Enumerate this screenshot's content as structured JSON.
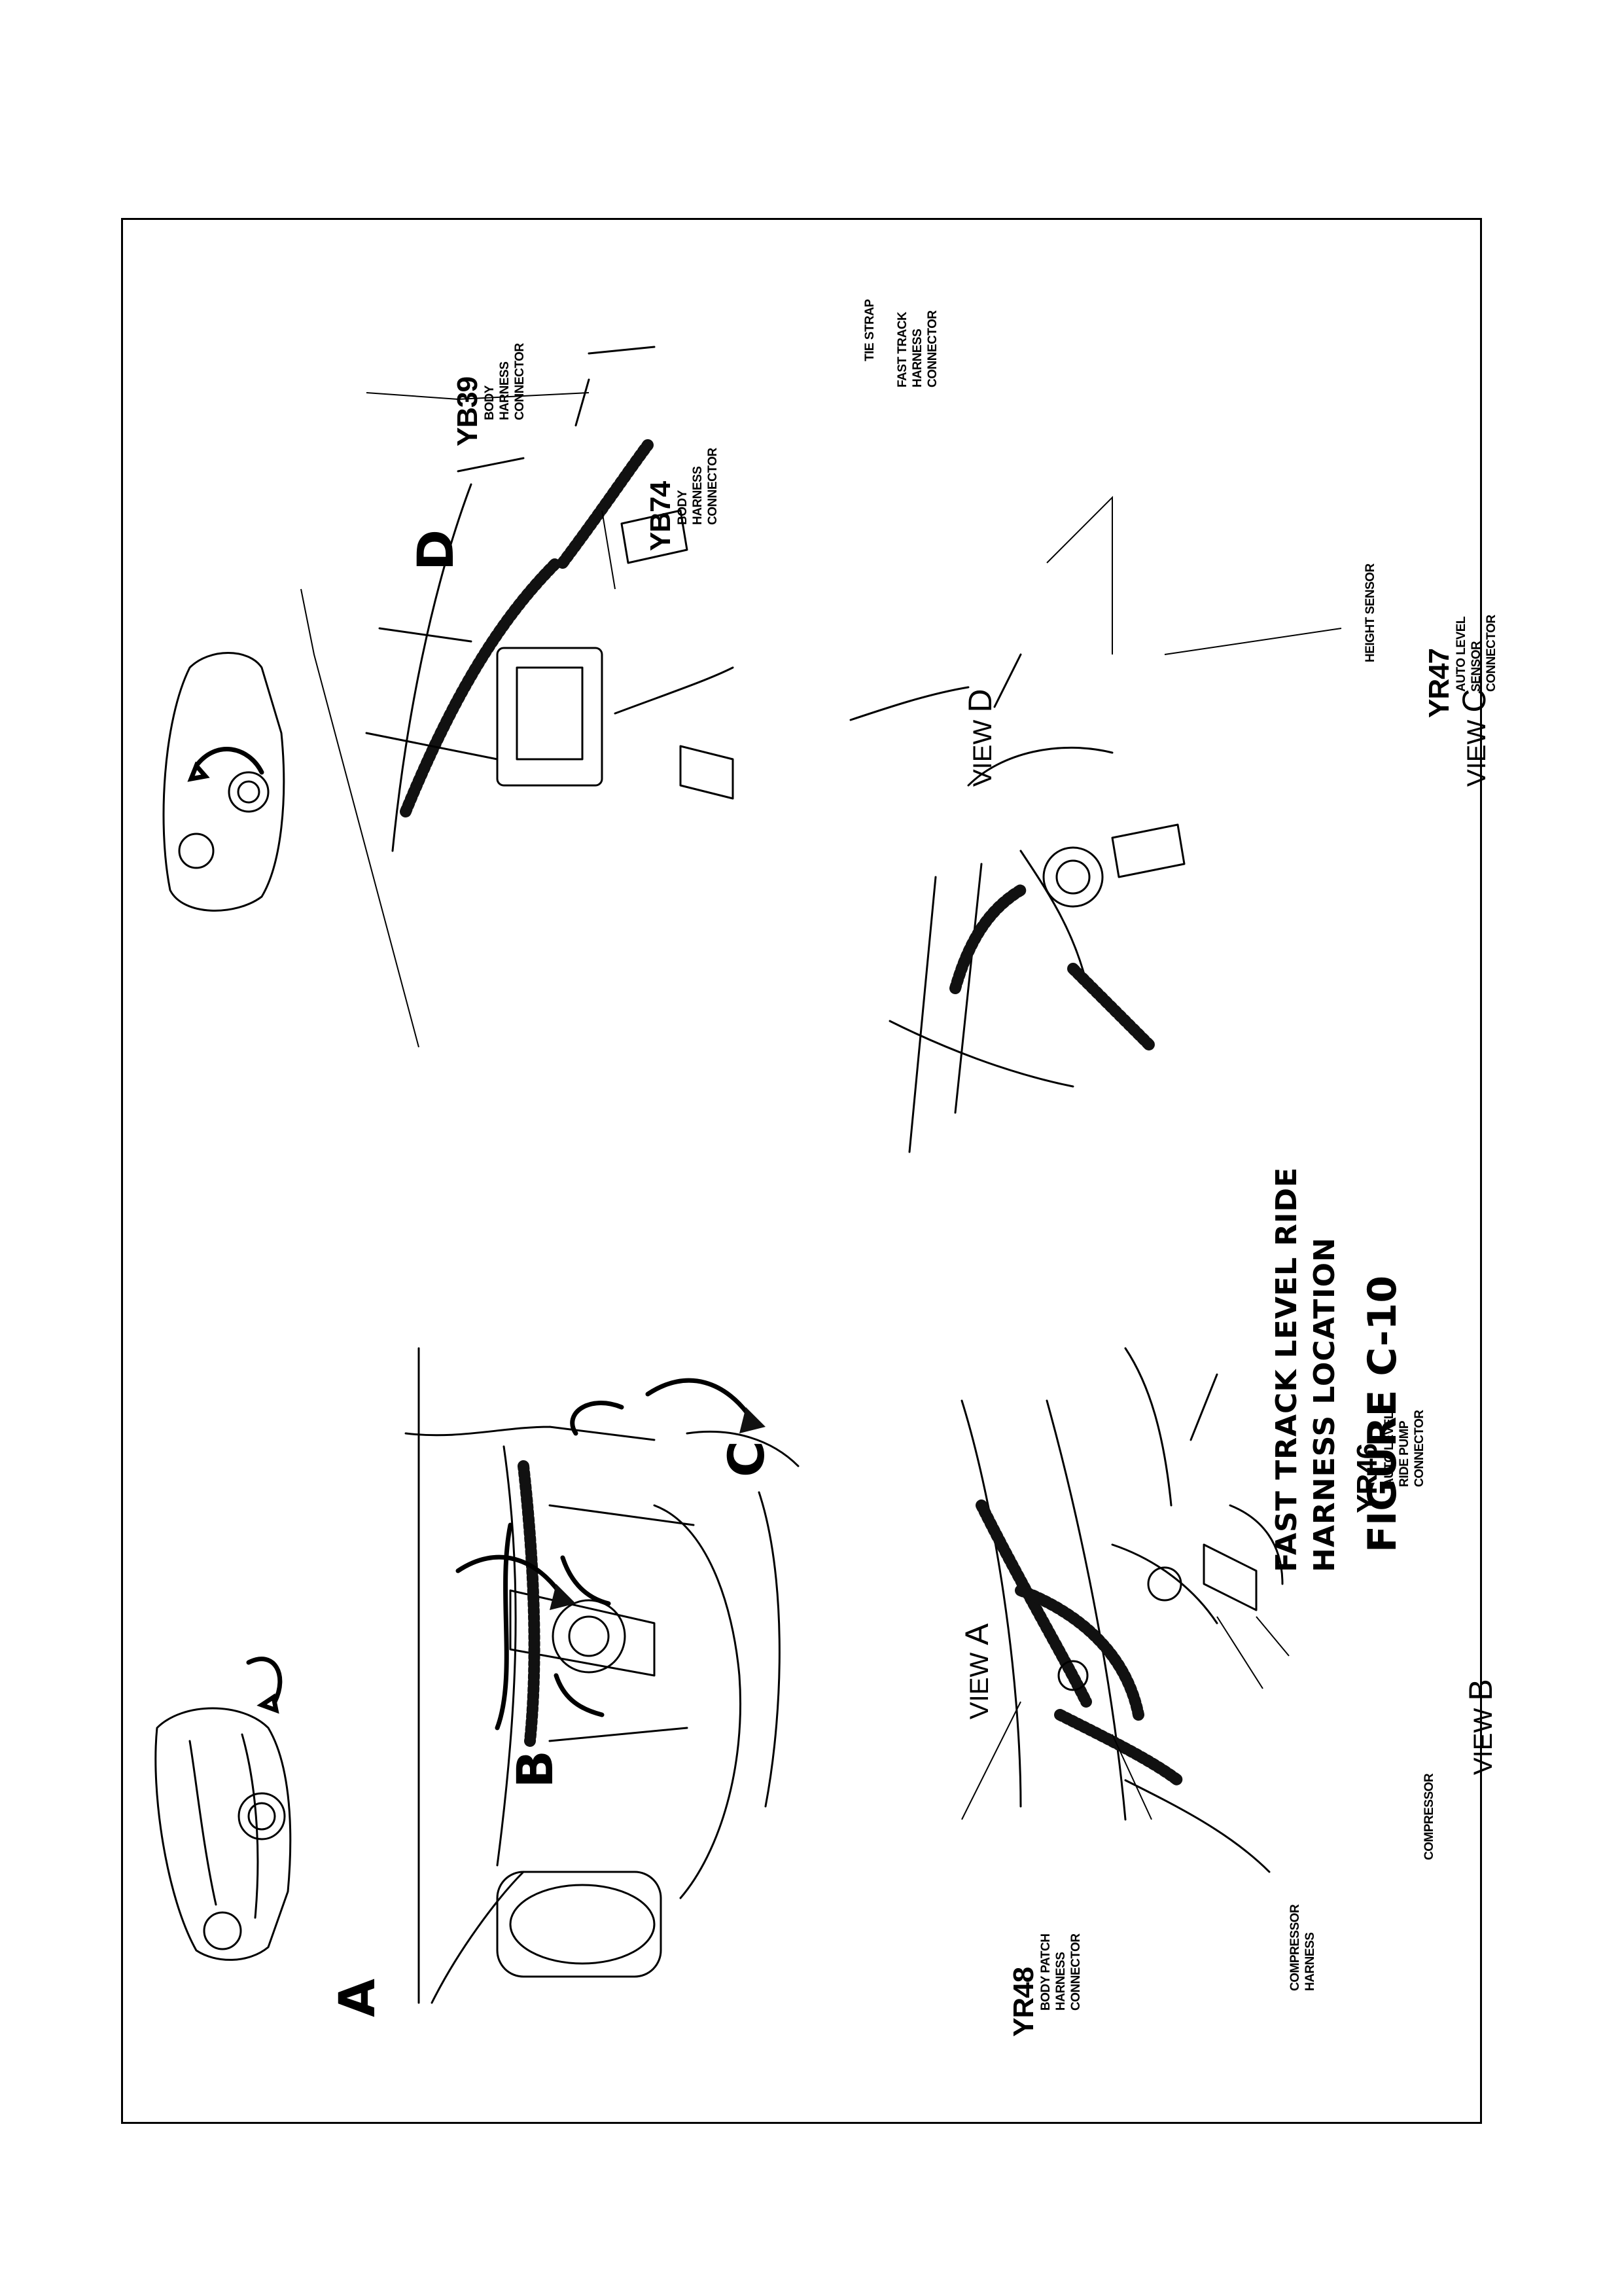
{
  "figure": {
    "title_line1": "FAST TRACK LEVEL RIDE",
    "title_line2": "HARNESS LOCATION",
    "figure_label": "FIGURE C-10"
  },
  "overview_left": {
    "arrow_a": "A",
    "arrow_b": "B",
    "arrow_c": "C"
  },
  "overview_right": {
    "arrow_d": "D"
  },
  "views": {
    "a": {
      "prefix": "VIEW ",
      "letter": "A"
    },
    "b": {
      "prefix": "VIEW ",
      "letter": "B"
    },
    "c": {
      "prefix": "VIEW ",
      "letter": "C"
    },
    "d": {
      "prefix": "VIEW ",
      "letter": "D"
    }
  },
  "callouts": {
    "yr48": {
      "code": "YR48",
      "lines": [
        "BODY PATCH",
        "HARNESS",
        "CONNECTOR"
      ]
    },
    "yr46": {
      "code": "YR46",
      "lines": [
        "AUTO LEVEL",
        "RIDE PUMP",
        "CONNECTOR"
      ]
    },
    "yr47": {
      "code": "YR47",
      "lines": [
        "AUTO LEVEL",
        "SENSOR",
        "CONNECTOR"
      ]
    },
    "yb39": {
      "code": "YB39",
      "lines": [
        "BODY",
        "HARNESS",
        "CONNECTOR"
      ]
    },
    "yb74": {
      "code": "YB74",
      "lines": [
        "BODY",
        "HARNESS",
        "CONNECTOR"
      ]
    },
    "compressor_harness": {
      "lines": [
        "COMPRESSOR",
        "HARNESS"
      ]
    },
    "compressor": {
      "lines": [
        "COMPRESSOR"
      ]
    },
    "height_sensor": {
      "lines": [
        "HEIGHT SENSOR"
      ]
    },
    "tie_strap": {
      "lines": [
        "TIE STRAP"
      ]
    },
    "fast_track_connector": {
      "lines": [
        "FAST TRACK",
        "HARNESS",
        "CONNECTOR"
      ]
    }
  }
}
